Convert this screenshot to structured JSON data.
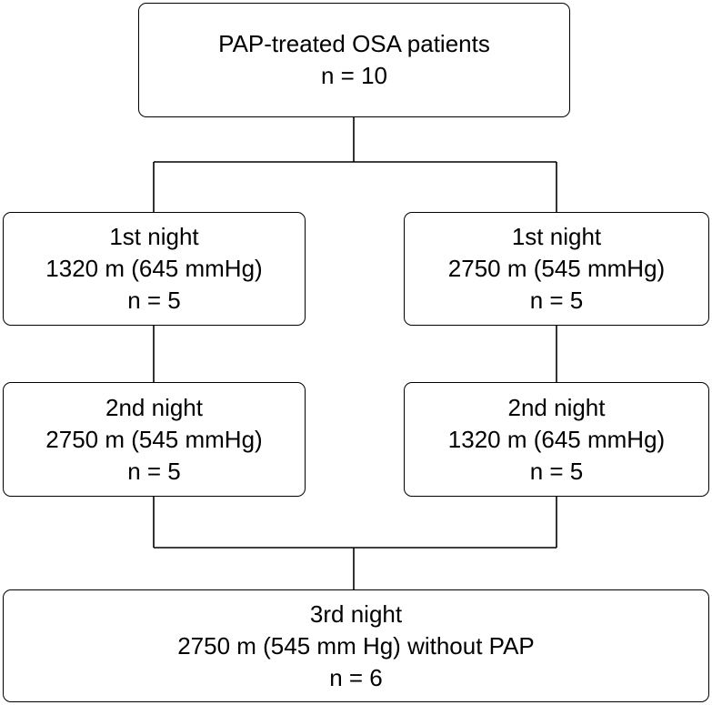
{
  "boxes": {
    "top": {
      "lines": [
        "PAP-treated OSA patients",
        "n = 10"
      ]
    },
    "left_first": {
      "lines": [
        "1st night",
        "1320 m (645 mmHg)",
        "n = 5"
      ]
    },
    "right_first": {
      "lines": [
        "1st night",
        "2750 m (545 mmHg)",
        "n = 5"
      ]
    },
    "left_second": {
      "lines": [
        "2nd night",
        "2750 m (545 mmHg)",
        "n = 5"
      ]
    },
    "right_second": {
      "lines": [
        "2nd night",
        "1320 m (645 mmHg)",
        "n = 5"
      ]
    },
    "bottom": {
      "lines": [
        "3rd night",
        "2750 m (545 mm Hg) without PAP",
        "n = 6"
      ]
    }
  },
  "colors": {
    "line": "#000000",
    "background": "#ffffff"
  }
}
